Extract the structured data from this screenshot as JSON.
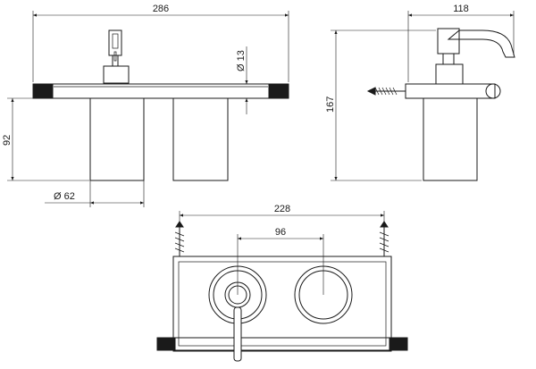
{
  "dimensions": {
    "overall_width": "286",
    "tube_diameter": "Ø 13",
    "holder_height": "92",
    "holder_diameter": "Ø 62",
    "side_width": "118",
    "side_height": "167",
    "wall_span": "228",
    "spacing": "96"
  },
  "colors": {
    "line": "#1a1a1a",
    "background": "#ffffff"
  }
}
